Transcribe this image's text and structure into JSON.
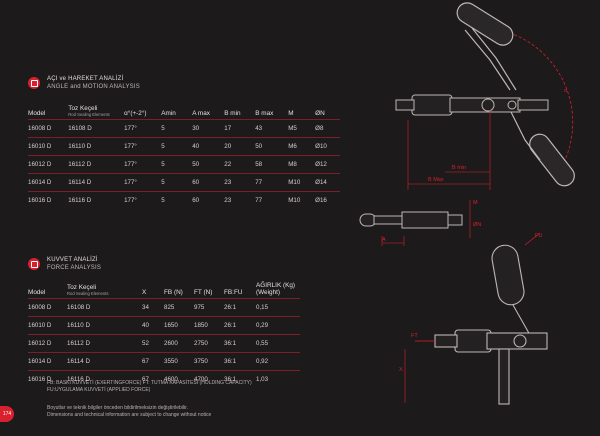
{
  "angle_section": {
    "title_tr": "AÇI ve HAREKET ANALİZİ",
    "title_en": "ANGLE and MOTION ANALYSIS",
    "headers": {
      "model": "Model",
      "seal": "Toz Keçeli",
      "seal_sub": "Rod Sealing Elements",
      "alpha": "α°(+-2°)",
      "amin": "Amin",
      "amax": "A max",
      "bmin": "B min",
      "bmax": "B max",
      "m": "M",
      "n": "ØN"
    },
    "rows": [
      {
        "model": "16008 D",
        "seal": "16108 D",
        "alpha": "177°",
        "amin": "5",
        "amax": "30",
        "bmin": "17",
        "bmax": "43",
        "m": "M5",
        "n": "Ø8"
      },
      {
        "model": "16010 D",
        "seal": "16110 D",
        "alpha": "177°",
        "amin": "5",
        "amax": "40",
        "bmin": "20",
        "bmax": "50",
        "m": "M6",
        "n": "Ø10"
      },
      {
        "model": "16012 D",
        "seal": "16112 D",
        "alpha": "177°",
        "amin": "5",
        "amax": "50",
        "bmin": "22",
        "bmax": "58",
        "m": "M8",
        "n": "Ø12"
      },
      {
        "model": "16014 D",
        "seal": "16114 D",
        "alpha": "177°",
        "amin": "5",
        "amax": "60",
        "bmin": "23",
        "bmax": "77",
        "m": "M10",
        "n": "Ø14"
      },
      {
        "model": "16016 D",
        "seal": "16116 D",
        "alpha": "177°",
        "amin": "5",
        "amax": "60",
        "bmin": "23",
        "bmax": "77",
        "m": "M10",
        "n": "Ø16"
      }
    ]
  },
  "force_section": {
    "title_tr": "KUVVET ANALİZİ",
    "title_en": "FORCE ANALYSIS",
    "headers": {
      "model": "Model",
      "seal": "Toz Keçeli",
      "seal_sub": "Rod Sealing Elements",
      "x": "X",
      "fb": "FB (N)",
      "ft": "FT (N)",
      "fbfu": "FB:FU",
      "weight": "AĞIRLIK (Kg)",
      "weight_sub": "(Weight)"
    },
    "rows": [
      {
        "model": "16008 D",
        "seal": "16108 D",
        "x": "34",
        "fb": "825",
        "ft": "975",
        "fbfu": "26:1",
        "weight": "0,15"
      },
      {
        "model": "16010 D",
        "seal": "16110 D",
        "x": "40",
        "fb": "1650",
        "ft": "1850",
        "fbfu": "26:1",
        "weight": "0,29"
      },
      {
        "model": "16012 D",
        "seal": "16112 D",
        "x": "52",
        "fb": "2600",
        "ft": "2750",
        "fbfu": "36:1",
        "weight": "0,55"
      },
      {
        "model": "16014 D",
        "seal": "16114 D",
        "x": "67",
        "fb": "3550",
        "ft": "3750",
        "fbfu": "36:1",
        "weight": "0,92"
      },
      {
        "model": "16016 D",
        "seal": "16116 D",
        "x": "67",
        "fb": "4600",
        "ft": "4700",
        "fbfu": "36:1",
        "weight": "1,03"
      }
    ]
  },
  "footnotes": {
    "line1": "FB: BASKI KUVVETİ (EXERTINGFORCE)   FT: TUTMA KAPASİTESİ (HOLDING CAPACITY)",
    "line2": "FU:UYGULAMA KUVVETİ (APPLIED FORCE)"
  },
  "disclaimer": {
    "tr": "Boyutlar ve teknik bilgiler önceden bildirilmeksizin değiştirilebilir.",
    "en": "Dimensions and technical information are subject to change without notice"
  },
  "page_number": "174",
  "drawing_labels": {
    "alpha": "α",
    "a": "A",
    "b_min": "B min",
    "b_max": "B Max",
    "m": "M",
    "n": "ØN",
    "fu": "FU",
    "ft": "FT",
    "x": "X"
  },
  "colors": {
    "accent": "#d8202e",
    "background": "#1c1a1b"
  }
}
